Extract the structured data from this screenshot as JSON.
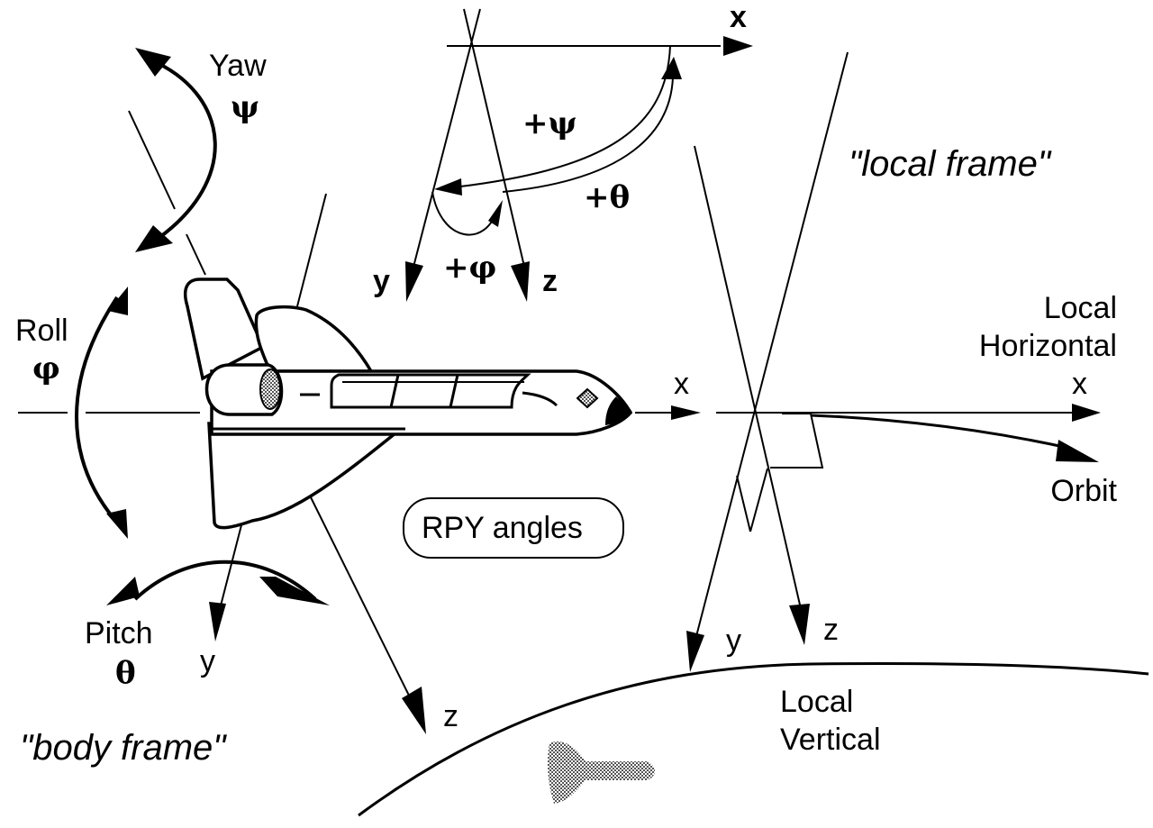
{
  "diagram": {
    "title": "Space Shuttle RPY angles: body frame vs local frame",
    "colors": {
      "ink": "#000000",
      "background": "#ffffff",
      "shade": "#8a8a8a"
    },
    "body_frame": {
      "caption": "\"body frame\"",
      "yaw": {
        "label": "Yaw",
        "symbol": "ψ"
      },
      "roll": {
        "label": "Roll",
        "symbol": "φ"
      },
      "pitch": {
        "label": "Pitch",
        "symbol": "θ"
      },
      "axes": {
        "x": "x",
        "y": "y",
        "z": "z"
      }
    },
    "rotation_inset": {
      "axes": {
        "x": "x",
        "y": "y",
        "z": "z"
      },
      "angles": {
        "psi": "+ψ",
        "theta": "+θ",
        "phi": "+φ"
      }
    },
    "center_badge": "RPY angles",
    "local_frame": {
      "caption": "\"local frame\"",
      "horizontal_label_line1": "Local",
      "horizontal_label_line2": "Horizontal",
      "vertical_label_line1": "Local",
      "vertical_label_line2": "Vertical",
      "orbit_label": "Orbit",
      "axes": {
        "x": "x",
        "y": "y",
        "z": "z"
      }
    }
  }
}
